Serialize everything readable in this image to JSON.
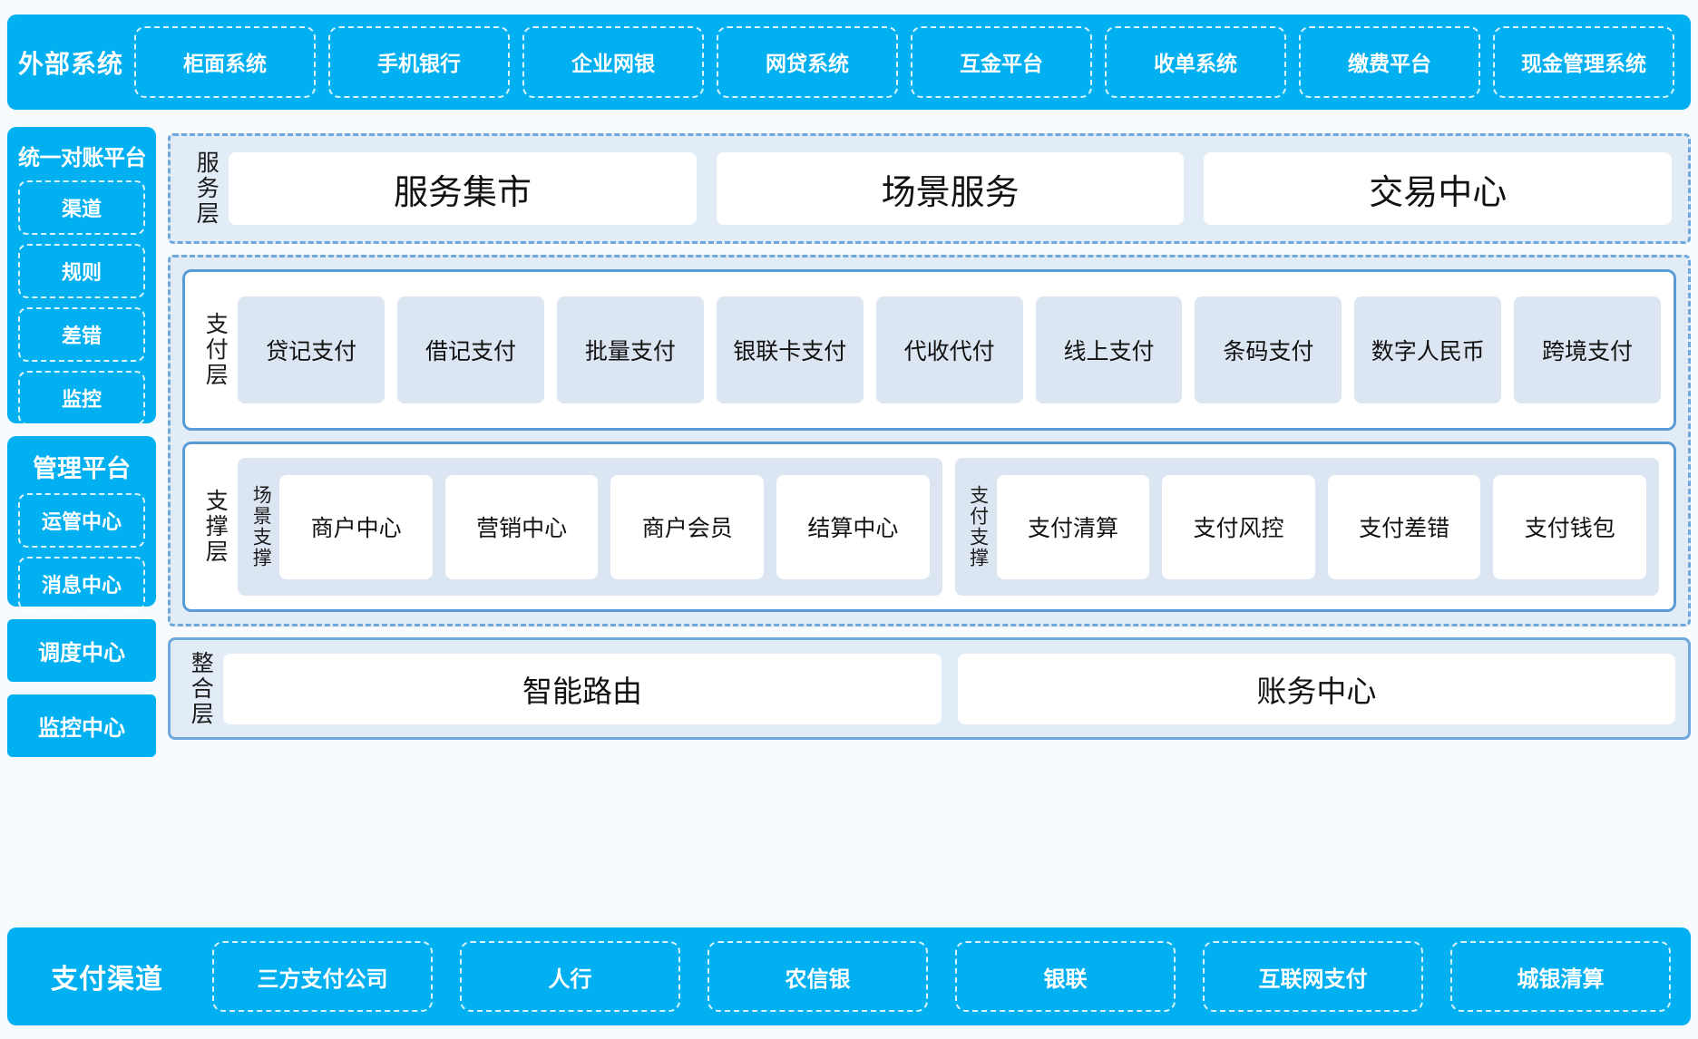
{
  "colors": {
    "brand_blue": "#00b0f0",
    "panel_fill": "#e2ecf7",
    "card_fill": "#dce6f2",
    "border_blue": "#5b9bd5",
    "dash_blue": "#6fa8dc",
    "page_bg": "#f7fbfd"
  },
  "external_systems": {
    "title": "外部系统",
    "items": [
      "柜面系统",
      "手机银行",
      "企业网银",
      "网贷系统",
      "互金平台",
      "收单系统",
      "缴费平台",
      "现金管理系统"
    ]
  },
  "left_column": {
    "recon_platform": {
      "title": "统一对账平台",
      "items": [
        "渠道",
        "规则",
        "差错",
        "监控"
      ]
    },
    "mgmt_platform": {
      "title": "管理平台",
      "items": [
        "运管中心",
        "消息中心"
      ]
    },
    "standalone": [
      "调度中心",
      "监控中心"
    ]
  },
  "service_layer": {
    "label": "服务层",
    "cards": [
      "服务集市",
      "场景服务",
      "交易中心"
    ]
  },
  "payment_layer": {
    "label": "支付层",
    "cards": [
      "贷记支付",
      "借记支付",
      "批量支付",
      "银联卡支付",
      "代收代付",
      "线上支付",
      "条码支付",
      "数字人民币",
      "跨境支付"
    ]
  },
  "support_layer": {
    "label": "支撑层",
    "groups": [
      {
        "label": "场景支撑",
        "cards": [
          "商户中心",
          "营销中心",
          "商户会员",
          "结算中心"
        ]
      },
      {
        "label": "支付支撑",
        "cards": [
          "支付清算",
          "支付风控",
          "支付差错",
          "支付钱包"
        ]
      }
    ]
  },
  "integration_layer": {
    "label": "整合层",
    "cards": [
      "智能路由",
      "账务中心"
    ]
  },
  "payment_channels": {
    "title": "支付渠道",
    "items": [
      "三方支付公司",
      "人行",
      "农信银",
      "银联",
      "互联网支付",
      "城银清算"
    ]
  }
}
